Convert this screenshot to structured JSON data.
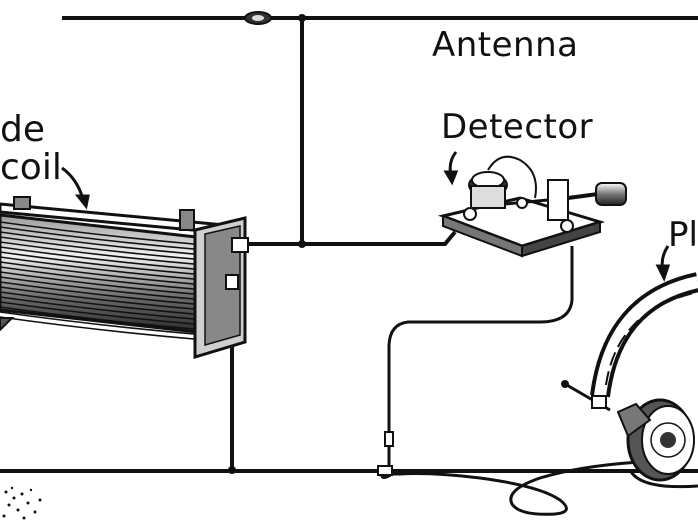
{
  "labels": {
    "antenna": "Antenna",
    "detector": "Detector",
    "tuning_line1": "de",
    "tuning_line2": "coil",
    "phones": "Pl"
  },
  "colors": {
    "ink": "#111111",
    "paper": "#ffffff",
    "shade": "#5a5a5a"
  },
  "icons": {
    "tuning_coil": "tuning-coil-icon",
    "detector": "crystal-detector-icon",
    "headphones": "headphones-icon"
  }
}
